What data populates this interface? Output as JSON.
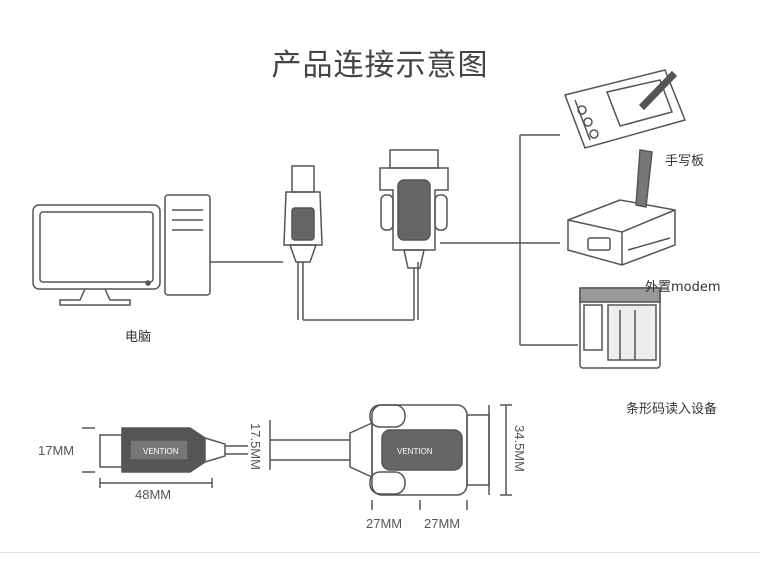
{
  "title": "产品连接示意图",
  "devices": {
    "pc": "电脑",
    "tablet": "手写板",
    "modem": "外置modem",
    "barcode": "条形码读入设备"
  },
  "dimensions": {
    "usb_width": "17MM",
    "usb_length": "48MM",
    "cable_dia": "17.5MM",
    "db9_height": "34.5MM",
    "db9_part1": "27MM",
    "db9_part2": "27MM"
  },
  "brand": "VENTION"
}
